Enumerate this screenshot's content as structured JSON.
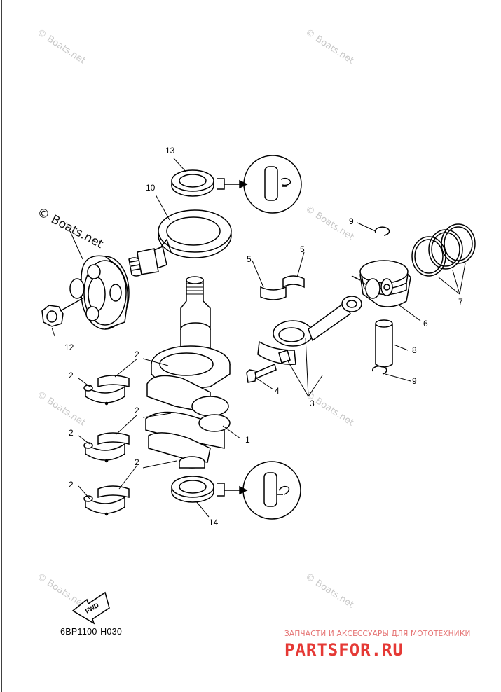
{
  "watermark": "© Boats.net",
  "watermark_prominent": "© Boats.net",
  "part_code": "6BP1100-H030",
  "fwd_label": "FWD",
  "brand": {
    "tagline": "ЗАПЧАСТИ И АКСЕССУАРЫ ДЛЯ МОТОТЕХНИКИ",
    "name": "PARTSFOR.RU"
  },
  "callouts": {
    "c1": "1",
    "c2": "2",
    "c3": "3",
    "c4": "4",
    "c5": "5",
    "c6": "6",
    "c7": "7",
    "c8": "8",
    "c9": "9",
    "c10": "10",
    "c12": "12",
    "c13": "13",
    "c14": "14"
  }
}
